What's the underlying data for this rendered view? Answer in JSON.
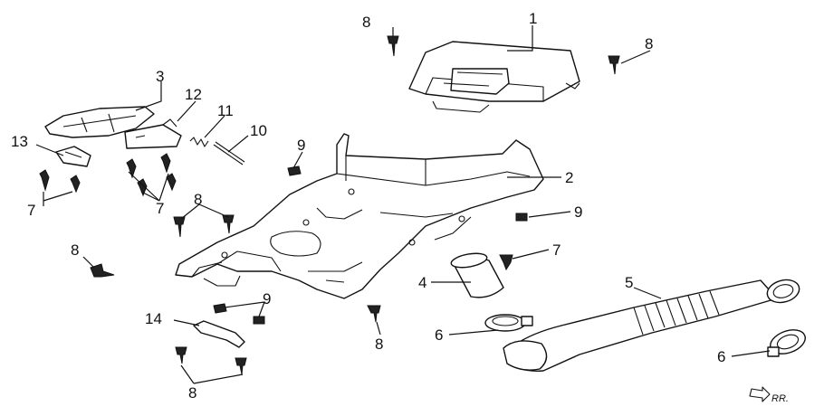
{
  "diagram": {
    "labels": {
      "l1": "1",
      "l2": "2",
      "l3": "3",
      "l4": "4",
      "l5": "5",
      "l6a": "6",
      "l6b": "6",
      "l7a": "7",
      "l7b": "7",
      "l7c": "7",
      "l8a": "8",
      "l8b": "8",
      "l8c": "8",
      "l8d": "8",
      "l8e": "8",
      "l8f": "8",
      "l9a": "9",
      "l9b": "9",
      "l9c": "9",
      "l10": "10",
      "l11": "11",
      "l12": "12",
      "l13": "13",
      "l14": "14"
    },
    "direction_mark": "RR."
  }
}
